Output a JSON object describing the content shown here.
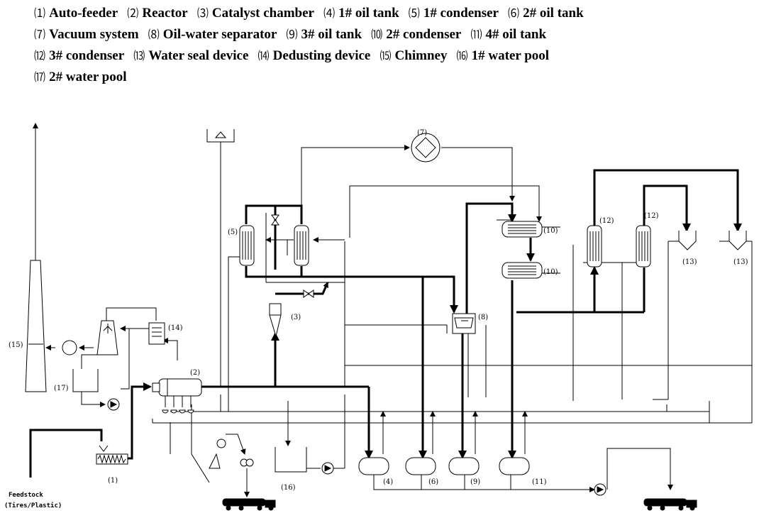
{
  "legend": [
    [
      "⑴ ",
      "Auto-feeder",
      "⑵ ",
      "Reactor",
      "⑶ ",
      "Catalyst chamber",
      "⑷ ",
      "1# oil tank",
      "⑸ ",
      "1# condenser",
      "⑹ ",
      "2# oil tank"
    ],
    [
      "⑺ ",
      "Vacuum system",
      "⑻ ",
      "Oil-water separator",
      "⑼ ",
      "3# oil tank",
      "⑽ ",
      "2# condenser",
      "⑾ ",
      "4# oil tank"
    ],
    [
      "⑿ ",
      "3# condenser",
      "⒀ ",
      "Water seal device",
      "⒁ ",
      "Dedusting device",
      "⒂ ",
      "Chimney",
      "⒃ ",
      "1# water pool"
    ],
    [
      "⒄ ",
      "2# water pool"
    ]
  ],
  "labels": {
    "n1": "(1)",
    "n2": "(2)",
    "n3": "(3)",
    "n4": "(4)",
    "n5": "(5)",
    "n6": "(6)",
    "n7": "(7)",
    "n8": "(8)",
    "n9": "(9)",
    "n10a": "(10)",
    "n10b": "(10)",
    "n11": "(11)",
    "n12a": "(12)",
    "n12b": "(12)",
    "n13a": "(13)",
    "n13b": "(13)",
    "n14": "(14)",
    "n15": "(15)",
    "n16": "(16)",
    "n17": "(17)"
  },
  "feedstock": {
    "line1": "Feedstock",
    "line2": "(Tires/Plastic)"
  }
}
